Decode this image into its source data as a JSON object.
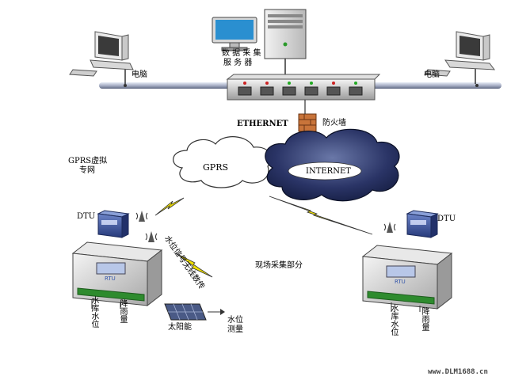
{
  "labels": {
    "server_line1": "数 据 采 集",
    "server_line2": "服 务 器",
    "pc_left": "电脑",
    "pc_right": "电脑",
    "ethernet": "ETHERNET",
    "firewall": "防火墙",
    "gprs_vpn_line1": "GPRS虚拟",
    "gprs_vpn_line2": "专网",
    "gprs_cloud": "GPRS",
    "internet_cloud": "INTERNET",
    "dtu_left": "DTU",
    "dtu_right": "DTU",
    "wireless_text": "水位信号无线数传",
    "field_section": "现场采集部分",
    "reservoir_level_left": "水库水位",
    "rainfall_left": "降雨量",
    "solar": "太阳能",
    "water_level_meas_line1": "水位",
    "water_level_meas_line2": "测量",
    "reservoir_level_right": "水库水位",
    "rainfall_right": "降雨量",
    "watermark": "www.DLM1688.cn"
  },
  "colors": {
    "bus": "#9aa3b8",
    "cloud_dark": "#1f2a55",
    "monitor_screen": "#2a8fd0",
    "firewall": "#c8743a",
    "lightning": "#f0e000",
    "device_blue": "#3a4f9a",
    "watermark": "#444444"
  },
  "icons": [
    "pc-icon",
    "server-icon",
    "switch-icon",
    "firewall-icon",
    "cloud-icon",
    "dtu-icon",
    "antenna-icon",
    "rtu-icon",
    "solar-panel-icon",
    "lightning-icon"
  ]
}
